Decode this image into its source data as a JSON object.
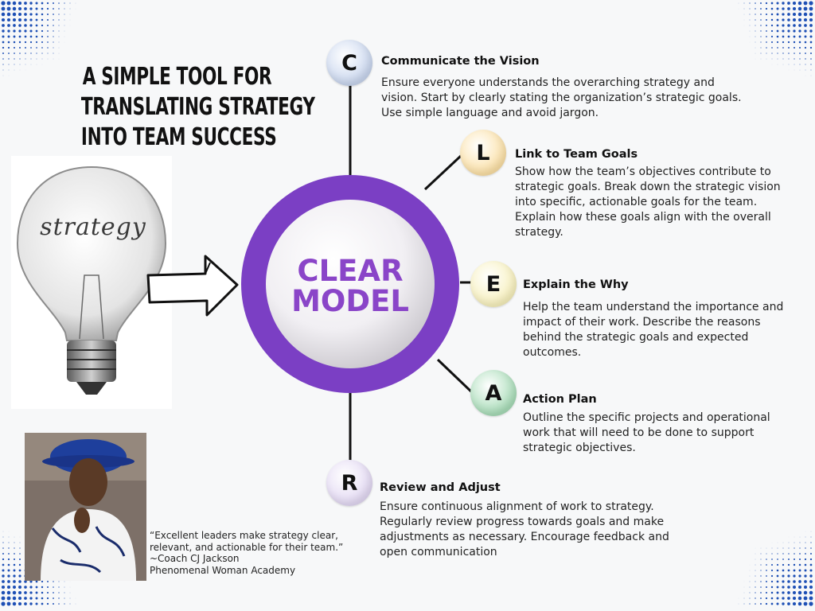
{
  "title": {
    "line1": "A SIMPLE TOOL FOR",
    "line2": "TRANSLATING STRATEGY",
    "line3": "INTO TEAM SUCCESS"
  },
  "bulb_word": "strategy",
  "center": {
    "line1": "CLEAR",
    "line2": "MODEL"
  },
  "steps": [
    {
      "letter": "C",
      "title": "Communicate the Vision",
      "desc": "Ensure everyone understands the overarching strategy and vision. Start by clearly stating the organization’s strategic goals. Use simple language and avoid jargon.",
      "color": "#c9d6ee"
    },
    {
      "letter": "L",
      "title": "Link to Team Goals",
      "desc": "Show how the team’s objectives contribute to strategic goals. Break down the strategic vision into specific, actionable goals for the team. Explain how these goals align with the overall strategy.",
      "color": "#fbe0a6"
    },
    {
      "letter": "E",
      "title": "Explain the Why",
      "desc": "Help the team understand the importance and impact of their work. Describe the reasons behind the strategic goals and expected outcomes.",
      "color": "#f7f0bd"
    },
    {
      "letter": "A",
      "title": "Action Plan",
      "desc": "Outline the specific projects and operational work that will need to be done to support strategic objectives.",
      "color": "#a8dcb8"
    },
    {
      "letter": "R",
      "title": "Review and Adjust",
      "desc": "Ensure continuous alignment of work to strategy. Regularly review progress towards goals and make adjustments as necessary. Encourage feedback and open communication",
      "color": "#e3d9f3"
    }
  ],
  "quote": {
    "line1": "“Excellent leaders make strategy clear,",
    "line2": "relevant, and actionable for their team.”",
    "line3": "~Coach CJ Jackson",
    "line4": "Phenomenal Woman Academy"
  },
  "colors": {
    "ring": "#7b3fc4",
    "center_text": "#8a45c8",
    "dots": "#1d4fb5"
  }
}
